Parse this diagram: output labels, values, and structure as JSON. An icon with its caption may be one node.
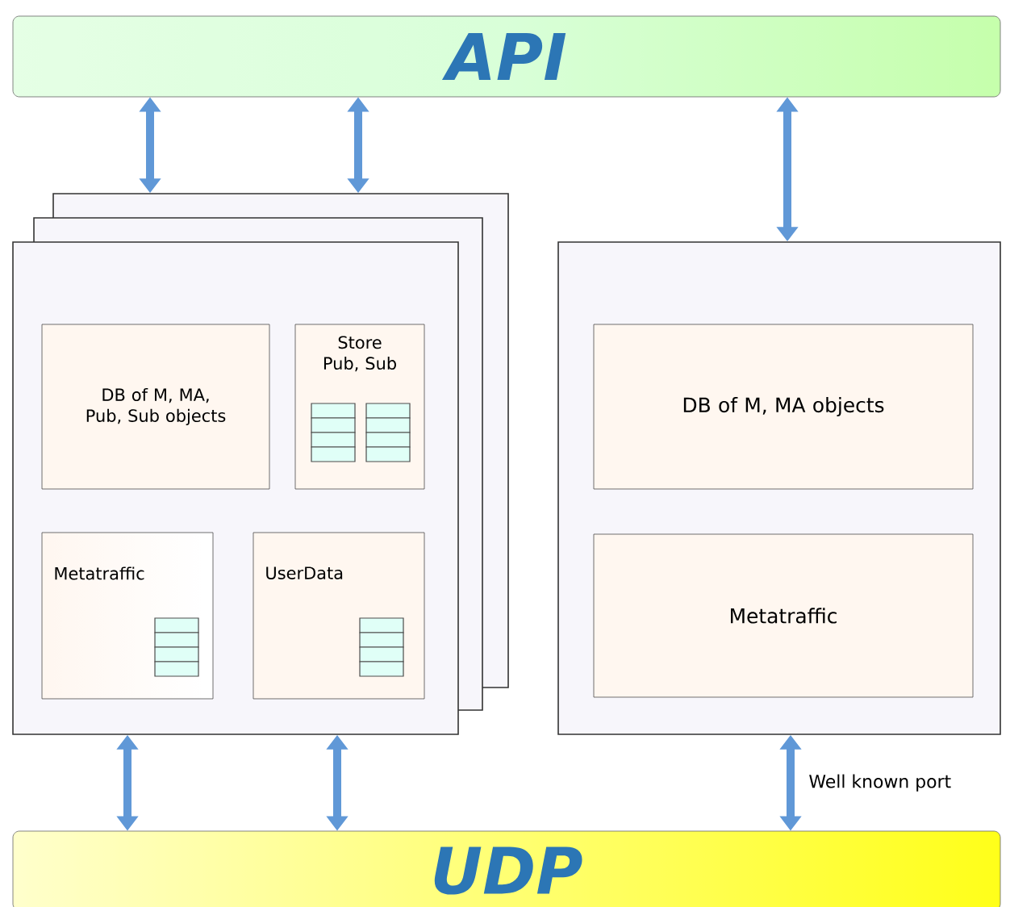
{
  "diagram": {
    "nodes": [
      {
        "text": [
          "API"
        ]
      },
      {
        "text": [],
        "shape": "box"
      },
      {
        "text": [],
        "shape": "box"
      },
      {
        "text": [],
        "shape": "box"
      },
      {
        "text": [
          "DB of M, MA, Pub, Sub objects"
        ],
        "in": 3
      },
      {
        "text": [
          "Store Pub, Sub"
        ],
        "in": 3
      },
      {
        "text": [
          "Metatraffic"
        ],
        "in": 3
      },
      {
        "text": [
          "UserData"
        ],
        "in": 3
      },
      {
        "text": [],
        "shape": "box"
      },
      {
        "text": [
          "DB of M, MA objects"
        ],
        "in": 8
      },
      {
        "text": [
          "Metatraffic"
        ],
        "in": 8
      },
      {
        "text": [
          "UDP"
        ]
      }
    ],
    "edges": [
      {
        "from": 0,
        "to": 1,
        "arrow": "both"
      },
      {
        "from": 0,
        "to": 1,
        "arrow": "both"
      },
      {
        "from": 0,
        "to": 8,
        "arrow": "both"
      },
      {
        "from": 3,
        "to": 11,
        "arrow": "both"
      },
      {
        "from": 3,
        "to": 11,
        "arrow": "both"
      },
      {
        "from": 8,
        "to": 11,
        "arrow": "both",
        "label": "Well known port"
      }
    ]
  }
}
